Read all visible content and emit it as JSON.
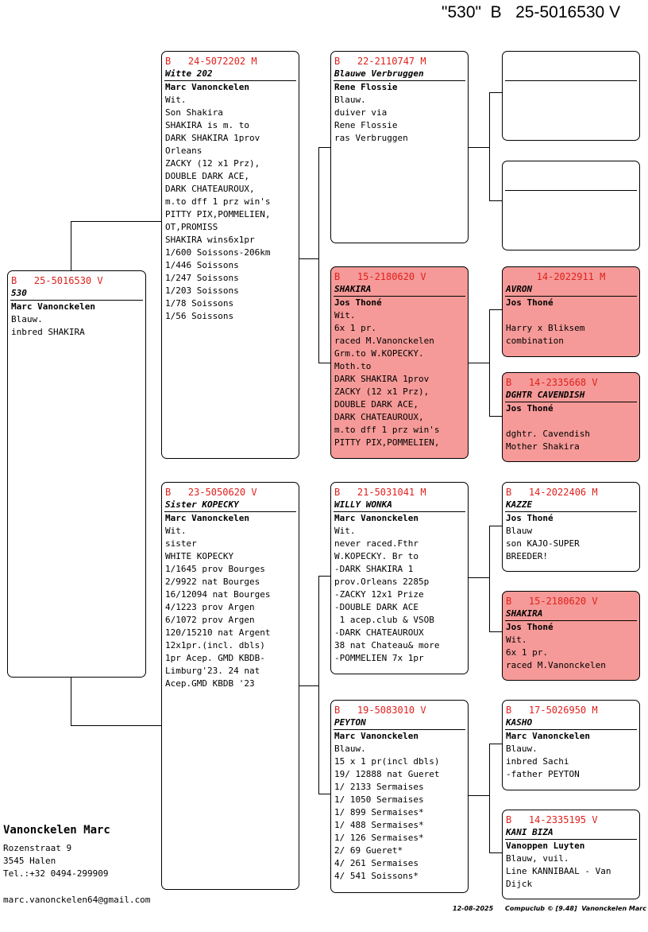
{
  "header": "\"530\"  B   25-5016530 V",
  "subject": {
    "ring": "B   25-5016530 V",
    "name": "530",
    "owner": "Marc Vanonckelen",
    "lines": [
      "Blauw.",
      "inbred SHAKIRA"
    ]
  },
  "sire": {
    "ring": "B   24-5072202 M",
    "name": "Witte 202",
    "owner": "Marc Vanonckelen",
    "lines": [
      "Wit.",
      "Son Shakira",
      "SHAKIRA is m. to",
      "DARK SHAKIRA 1prov",
      "Orleans",
      "ZACKY (12 x1 Prz),",
      "DOUBLE DARK ACE,",
      "DARK CHATEAUROUX,",
      "m.to dff 1 prz win's",
      "PITTY PIX,POMMELIEN,",
      "OT,PROMISS",
      "SHAKIRA wins6x1pr",
      "1/600 Soissons-206km",
      "1/446 Soissons",
      "1/247 Soissons",
      "1/203 Soissons",
      "1/78 Soissons",
      "1/56 Soissons"
    ]
  },
  "dam": {
    "ring": "B   23-5050620 V",
    "name": "Sister KOPECKY",
    "owner": "Marc Vanonckelen",
    "lines": [
      "Wit.",
      "sister",
      "WHITE KOPECKY",
      "1/1645 prov Bourges",
      "2/9922 nat Bourges",
      "16/12094 nat Bourges",
      "4/1223 prov Argen",
      "6/1072 prov Argen",
      "120/15210 nat Argent",
      "12x1pr.(incl. dbls)",
      "1pr Acep. GMD KBDB-",
      "Limburg'23. 24 nat",
      "Acep.GMD KBDB '23"
    ]
  },
  "ss": {
    "ring": "B   22-2110747 M",
    "name": "Blauwe Verbruggen",
    "owner": "Rene Flossie",
    "lines": [
      "Blauw.",
      "duiver via",
      "Rene Flossie",
      "ras Verbruggen"
    ]
  },
  "sd": {
    "ring": "B   15-2180620 V",
    "name": "SHAKIRA",
    "owner": "Jos Thoné",
    "lines": [
      "Wit.",
      "6x 1 pr.",
      "raced M.Vanonckelen",
      "Grm.to W.KOPECKY.",
      "Moth.to",
      "DARK SHAKIRA 1prov",
      "ZACKY (12 x1 Prz),",
      "DOUBLE DARK ACE,",
      "DARK CHATEAUROUX,",
      "m.to dff 1 prz win's",
      "PITTY PIX,POMMELIEN,"
    ]
  },
  "ds": {
    "ring": "B   21-5031041 M",
    "name": "WILLY WONKA",
    "owner": "Marc Vanonckelen",
    "lines": [
      "Wit.",
      "never raced.Fthr",
      "W.KOPECKY. Br to",
      "-DARK SHAKIRA 1",
      "prov.Orleans 2285p",
      "-ZACKY 12x1 Prize",
      "-DOUBLE DARK ACE",
      " 1 acep.club & VSOB",
      "-DARK CHATEAUROUX",
      "38 nat Chateau& more",
      "-POMMELIEN 7x 1pr"
    ]
  },
  "dd": {
    "ring": "B   19-5083010 V",
    "name": "PEYTON",
    "owner": "Marc Vanonckelen",
    "lines": [
      "Blauw.",
      "15 x 1 pr(incl dbls)",
      "19/ 12888 nat Gueret",
      "1/ 2133 Sermaises",
      "1/ 1050 Sermaises",
      "1/ 899 Sermaises*",
      "1/ 488 Sermaises*",
      "1/ 126 Sermaises*",
      "2/ 69 Gueret*",
      "4/ 261 Sermaises",
      "4/ 541 Soissons*"
    ]
  },
  "sss": {
    "ring": "",
    "name": "",
    "owner": "",
    "lines": []
  },
  "ssd": {
    "ring": "",
    "name": "",
    "owner": "",
    "lines": []
  },
  "sds": {
    "ring": "14-2022911 M",
    "name": "AVRON",
    "owner": "Jos Thoné",
    "lines": [
      "",
      "Harry x Bliksem",
      "combination"
    ]
  },
  "sdd": {
    "ring": "B   14-2335668 V",
    "name": "DGHTR CAVENDISH",
    "owner": "Jos Thoné",
    "lines": [
      "",
      "dghtr. Cavendish",
      "Mother Shakira"
    ]
  },
  "dss": {
    "ring": "B   14-2022406 M",
    "name": "KAZZE",
    "owner": "Jos Thoné",
    "lines": [
      "Blauw",
      "son KAJO-SUPER",
      "BREEDER!"
    ]
  },
  "dsd": {
    "ring": "B   15-2180620 V",
    "name": "SHAKIRA",
    "owner": "Jos Thoné",
    "lines": [
      "Wit.",
      "6x 1 pr.",
      "raced M.Vanonckelen"
    ]
  },
  "dds": {
    "ring": "B   17-5026950 M",
    "name": "KASHO",
    "owner": "Marc Vanonckelen",
    "lines": [
      "Blauw.",
      "inbred Sachi",
      "-father PEYTON"
    ]
  },
  "ddd": {
    "ring": "B   14-2335195 V",
    "name": "KANI BIZA",
    "owner": "Vanoppen Luyten",
    "lines": [
      "Blauw, vuil.",
      "Line KANNIBAAL - Van",
      "Dijck"
    ]
  },
  "breeder": {
    "name": "Vanonckelen Marc",
    "street": "Rozenstraat 9",
    "city": "3545  Halen",
    "tel": "Tel.:+32 0494-299909",
    "email": "marc.vanonckelen64@gmail.com"
  },
  "footer": {
    "date": "12-08-2025",
    "software": "Compuclub © [9.48]  Vanonckelen Marc"
  },
  "colors": {
    "ring": "#e0201c",
    "highlight": "#f59a98"
  }
}
